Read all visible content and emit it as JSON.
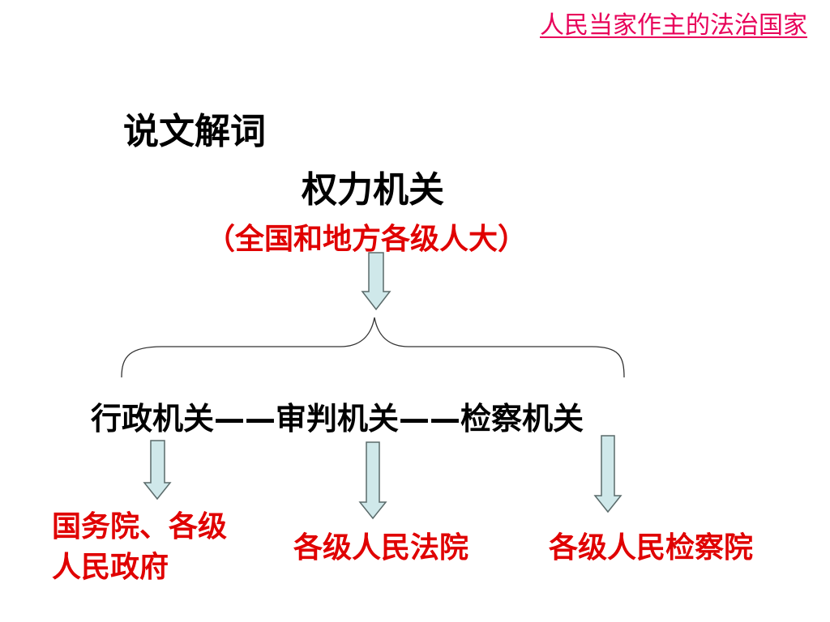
{
  "header": {
    "title_link": "人民当家作主的法治国家"
  },
  "main": {
    "heading": "说文解词",
    "power_organ": "权力机关",
    "power_organ_note": "（全国和地方各级人大）",
    "organs_chain": "行政机关——审判机关——检察机关",
    "targets": [
      "国务院、各级人民政府",
      "各级人民法院",
      "各级人民检察院"
    ]
  },
  "colors": {
    "link": "#e8005a",
    "emphasis_red": "#e00000",
    "arrow_fill": "#cfe8ea",
    "arrow_stroke": "#5a6a6a"
  },
  "icons": [
    "down-arrow-icon",
    "curly-brace-icon"
  ]
}
